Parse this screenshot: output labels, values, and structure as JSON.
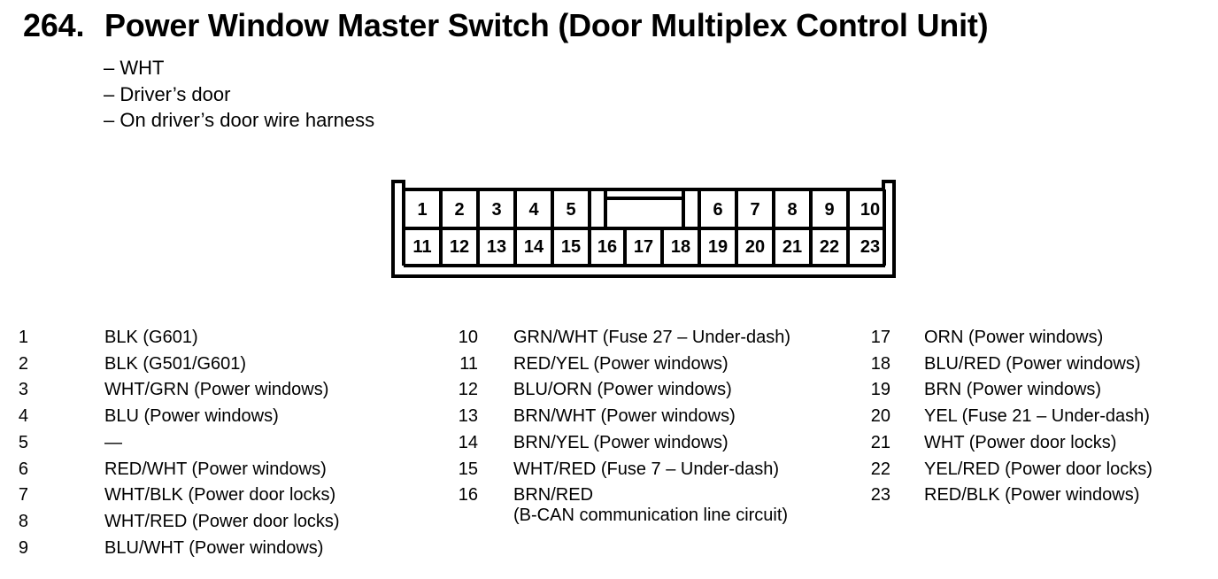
{
  "title": {
    "number": "264.",
    "text": "Power Window Master Switch (Door Multiplex Control Unit)"
  },
  "notes": [
    "– WHT",
    "– Driver’s door",
    "– On driver’s door wire harness"
  ],
  "connector": {
    "top_row": [
      "1",
      "2",
      "3",
      "4",
      "5",
      "6",
      "7",
      "8",
      "9",
      "10"
    ],
    "bottom_row": [
      "11",
      "12",
      "13",
      "14",
      "15",
      "16",
      "17",
      "18",
      "19",
      "20",
      "21",
      "22",
      "23"
    ]
  },
  "pins": [
    {
      "num": "1",
      "desc": "BLK (G601)"
    },
    {
      "num": "2",
      "desc": "BLK (G501/G601)"
    },
    {
      "num": "3",
      "desc": "WHT/GRN (Power windows)"
    },
    {
      "num": "4",
      "desc": "BLU (Power windows)"
    },
    {
      "num": "5",
      "desc": "—"
    },
    {
      "num": "6",
      "desc": "RED/WHT (Power windows)"
    },
    {
      "num": "7",
      "desc": "WHT/BLK (Power door locks)"
    },
    {
      "num": "8",
      "desc": "WHT/RED (Power door locks)"
    },
    {
      "num": "9",
      "desc": "BLU/WHT (Power windows)"
    },
    {
      "num": "10",
      "desc": "GRN/WHT (Fuse 27 – Under-dash)"
    },
    {
      "num": "11",
      "desc": "RED/YEL (Power windows)"
    },
    {
      "num": "12",
      "desc": "BLU/ORN (Power windows)"
    },
    {
      "num": "13",
      "desc": "BRN/WHT (Power windows)"
    },
    {
      "num": "14",
      "desc": "BRN/YEL (Power windows)"
    },
    {
      "num": "15",
      "desc": "WHT/RED (Fuse 7 – Under-dash)"
    },
    {
      "num": "16",
      "desc": "BRN/RED",
      "desc2": "(B-CAN communication line circuit)"
    },
    {
      "num": "17",
      "desc": "ORN (Power windows)"
    },
    {
      "num": "18",
      "desc": "BLU/RED (Power windows)"
    },
    {
      "num": "19",
      "desc": "BRN (Power windows)"
    },
    {
      "num": "20",
      "desc": "YEL (Fuse 21 – Under-dash)"
    },
    {
      "num": "21",
      "desc": "WHT (Power door locks)"
    },
    {
      "num": "22",
      "desc": "YEL/RED (Power door locks)"
    },
    {
      "num": "23",
      "desc": "RED/BLK (Power windows)"
    }
  ]
}
